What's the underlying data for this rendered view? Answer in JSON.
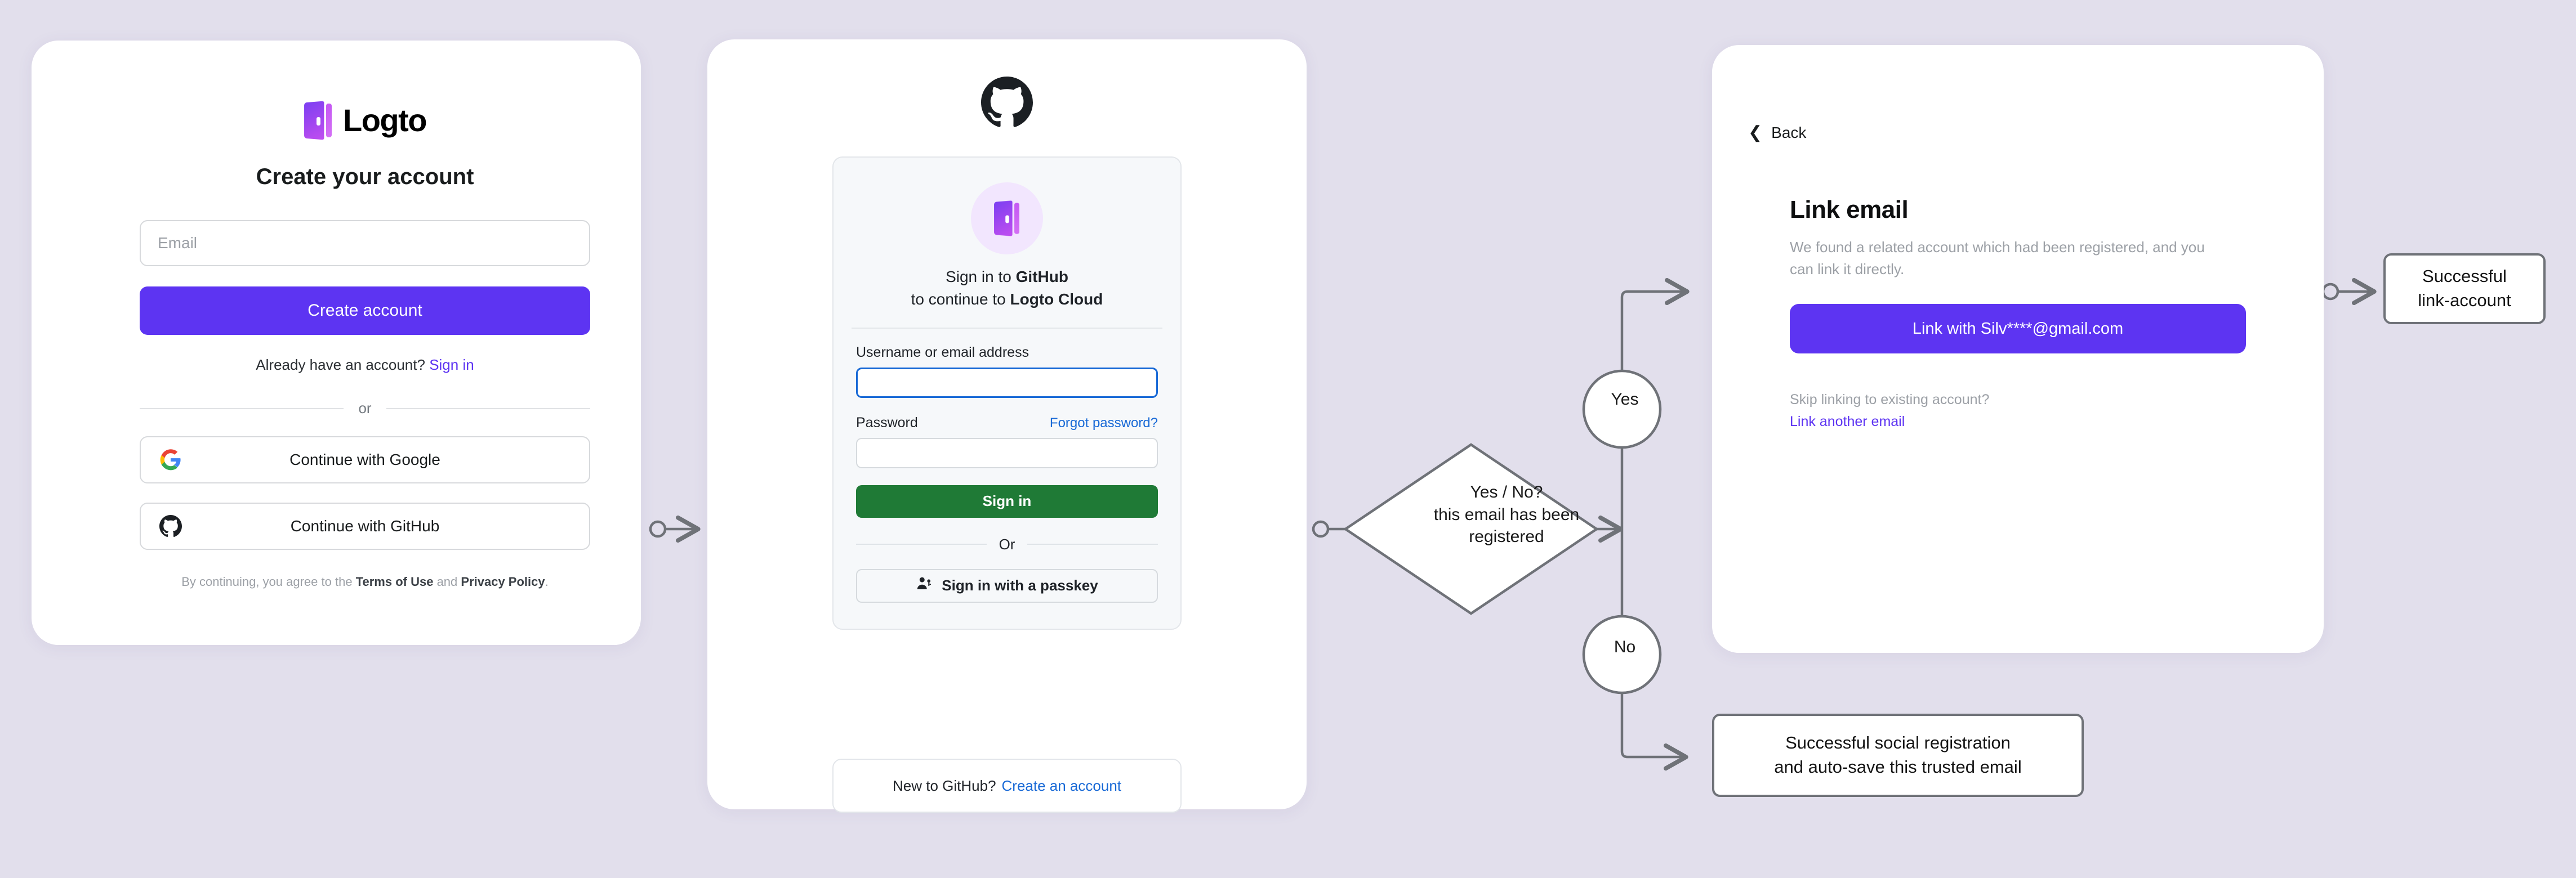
{
  "theme": {
    "background": "#e2dfec",
    "brand_purple": "#5d34f2",
    "github_green": "#1f7a36",
    "github_blue": "#1869d6",
    "flow_stroke": "#6f7278"
  },
  "signup_card": {
    "logo_word": "Logto",
    "title": "Create your account",
    "email_placeholder": "Email",
    "create_button": "Create account",
    "already_prefix": "Already have an account?",
    "sign_in_link": "Sign in",
    "divider": "or",
    "social_buttons": [
      {
        "icon": "google-icon",
        "label": "Continue with Google"
      },
      {
        "icon": "github-icon",
        "label": "Continue with GitHub"
      }
    ],
    "legal_prefix": "By continuing, you agree to the",
    "legal_terms": "Terms of Use",
    "legal_and": "and",
    "legal_privacy": "Privacy Policy",
    "legal_period": "."
  },
  "github_card": {
    "brand_icon": "github-icon",
    "app_icon": "logto-door-icon",
    "headline_line1_prefix": "Sign in to",
    "headline_line1_bold": "GitHub",
    "headline_line2_prefix": "to continue to",
    "headline_line2_bold": "Logto Cloud",
    "username_label": "Username or email address",
    "username_value": "",
    "password_label": "Password",
    "password_value": "",
    "forgot_password": "Forgot password?",
    "sign_in_button": "Sign in",
    "divider": "Or",
    "passkey_icon": "person-key-icon",
    "passkey_button": "Sign in with a passkey",
    "footer_prefix": "New to GitHub?",
    "footer_link": "Create an account"
  },
  "link_email_card": {
    "back_icon": "chevron-left-icon",
    "back_label": "Back",
    "title": "Link email",
    "description": "We found a related account which had been registered, and you can link it directly.",
    "link_button": "Link with Silv****@gmail.com",
    "skip_text": "Skip linking to existing account?",
    "skip_link": "Link another email"
  },
  "flow": {
    "decision_line1": "Yes / No?",
    "decision_line2": "this email has been",
    "decision_line3": "registered",
    "yes_label": "Yes",
    "no_label": "No",
    "link_success_line1": "Successful",
    "link_success_line2": "link-account",
    "social_success_line1": "Successful social registration",
    "social_success_line2": "and auto-save this trusted email"
  }
}
